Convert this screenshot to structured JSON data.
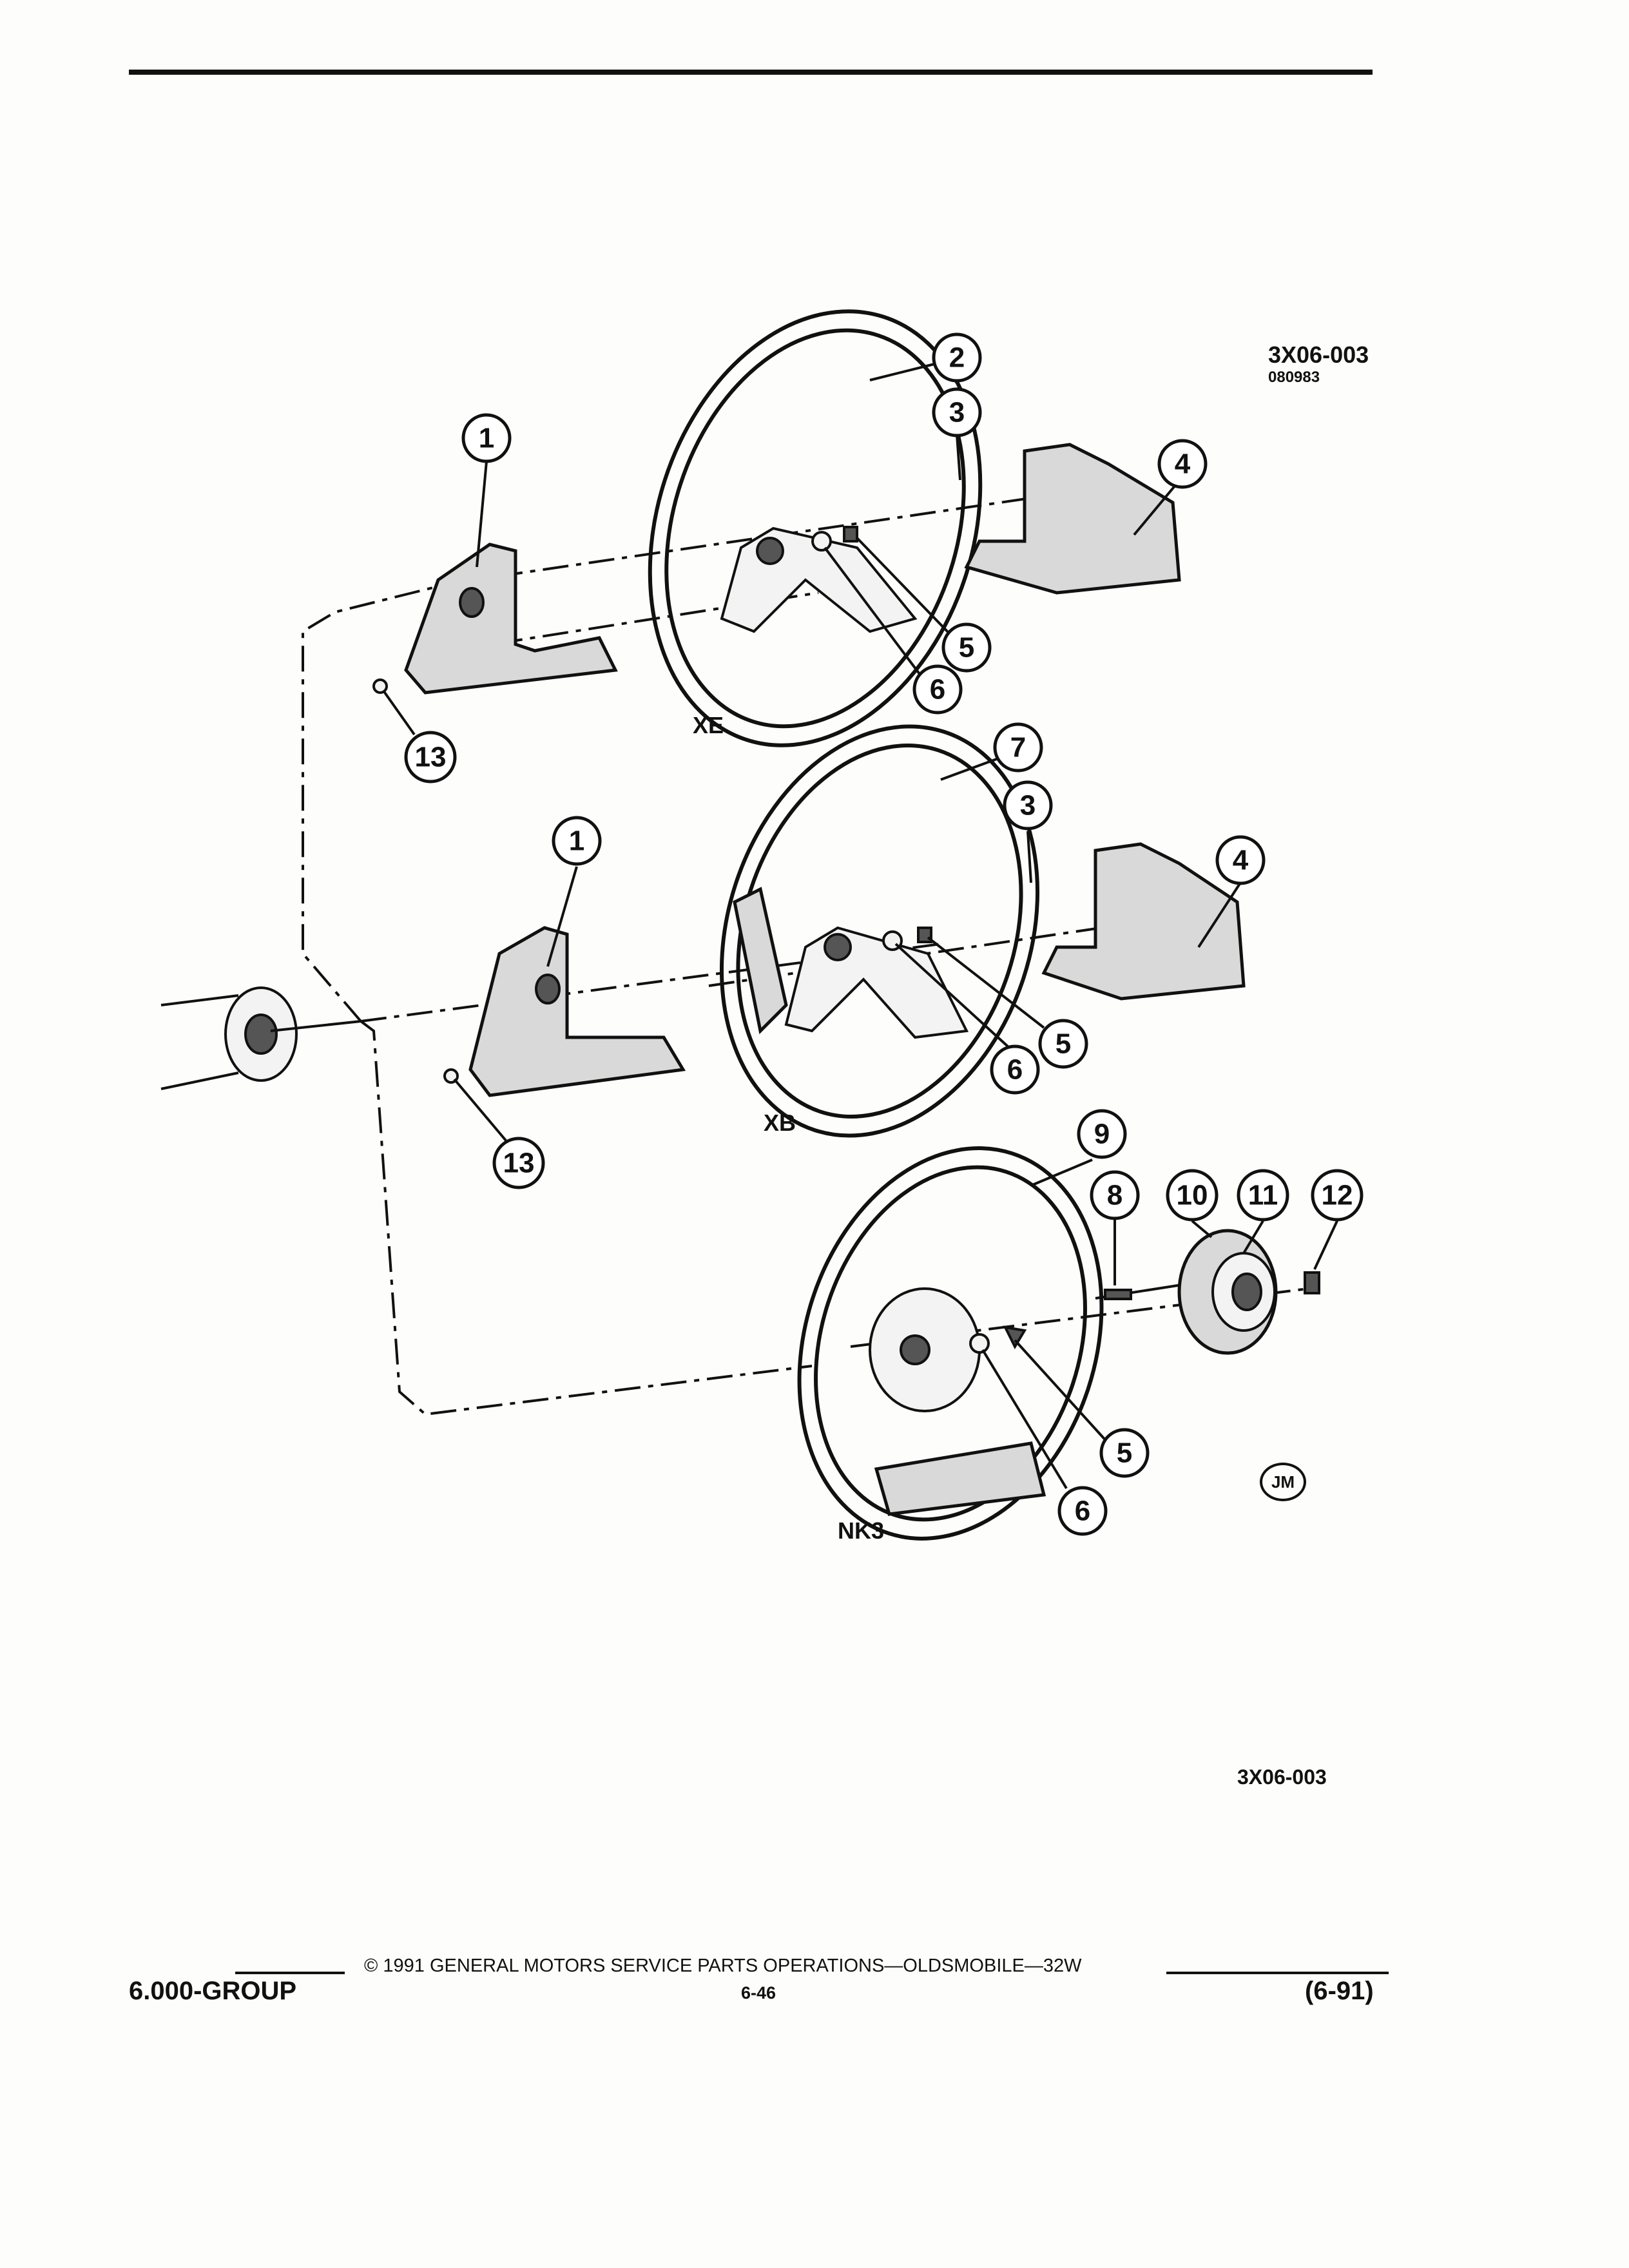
{
  "header": {
    "figure_code": "3X06-003",
    "figure_sub_code": "080983"
  },
  "diagram": {
    "variant_labels": [
      "XE",
      "XB",
      "NK3"
    ],
    "callouts": [
      "1",
      "2",
      "3",
      "4",
      "5",
      "6",
      "13",
      "1",
      "7",
      "3",
      "4",
      "5",
      "6",
      "13",
      "9",
      "8",
      "10",
      "11",
      "12",
      "5",
      "6"
    ],
    "artist_mark": "JM",
    "figure_code_bottom": "3X06-003"
  },
  "footer": {
    "group": "6.000-GROUP",
    "copyright": "©  1991  GENERAL MOTORS SERVICE PARTS OPERATIONS—OLDSMOBILE—32W",
    "page_number": "6-46",
    "date": "(6-91)"
  }
}
